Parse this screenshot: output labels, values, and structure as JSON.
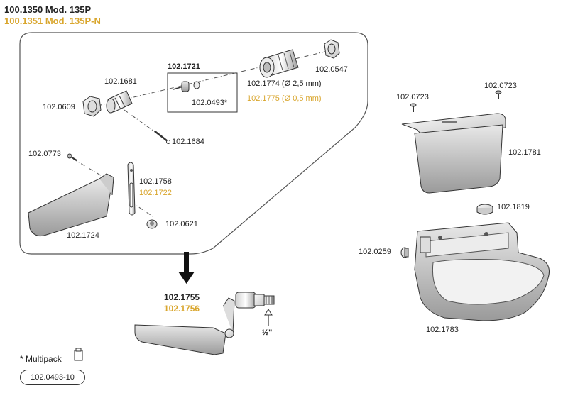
{
  "title": {
    "line1": "100.1350 Mod. 135P",
    "line2": "100.1351 Mod. 135P-N"
  },
  "parts": {
    "p102_1721": "102.1721",
    "p102_0493s": "102.0493*",
    "p102_1681": "102.1681",
    "p102_0609": "102.0609",
    "p102_1684": "102.1684",
    "p102_1774": "102.1774 (Ø 2,5 mm)",
    "p102_1775": "102.1775 (Ø 0,5 mm)",
    "p102_0547": "102.0547",
    "p102_0773": "102.0773",
    "p102_1758": "102.1758",
    "p102_1722": "102.1722",
    "p102_1724": "102.1724",
    "p102_0621": "102.0621",
    "p102_1755": "102.1755",
    "p102_1756": "102.1756",
    "thread": "½\"",
    "p102_0723a": "102.0723",
    "p102_0723b": "102.0723",
    "p102_1781": "102.1781",
    "p102_1819": "102.1819",
    "p102_0259": "102.0259",
    "p102_1783": "102.1783"
  },
  "footer": {
    "multipack": "* Multipack",
    "multipack_code": "102.0493-10"
  },
  "colors": {
    "accent": "#d9a62e",
    "line": "#333333"
  }
}
